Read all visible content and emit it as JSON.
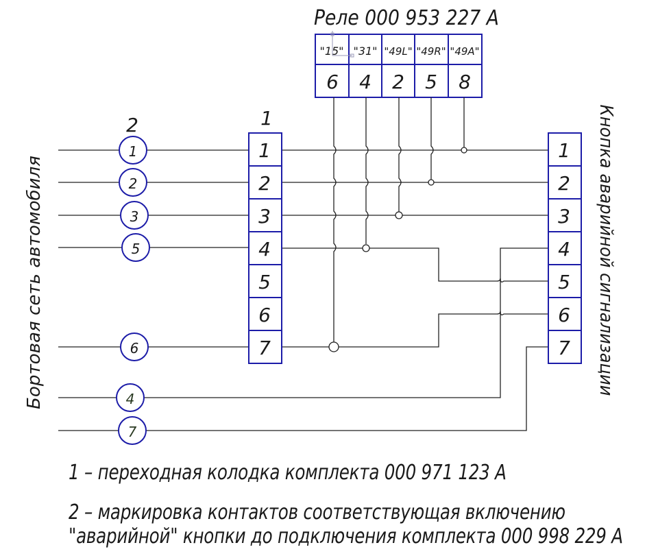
{
  "diagram": {
    "relay": {
      "title": "Реле 000 953 227 А",
      "terminal_names": [
        "\"15\"",
        "\"31\"",
        "\"49L\"",
        "\"49R\"",
        "\"49A\""
      ],
      "terminal_pins": [
        "6",
        "4",
        "2",
        "5",
        "8"
      ]
    },
    "adapter_block": {
      "callout": "1",
      "pins": [
        "1",
        "2",
        "3",
        "4",
        "5",
        "6",
        "7"
      ]
    },
    "contact_marking": {
      "callout": "2",
      "marks": [
        "1",
        "2",
        "3",
        "5",
        "6",
        "4",
        "7"
      ]
    },
    "hazard_button": {
      "label": "Кнопка аварийной сигнализации",
      "pins": [
        "1",
        "2",
        "3",
        "4",
        "5",
        "6",
        "7"
      ]
    },
    "vehicle_network_label": "Бортовая сеть автомобиля",
    "legend": [
      "1 – переходная колодка комплекта 000 971 123 А",
      "2 – маркировка контактов соответствующая включению",
      "\"аварийной\" кнопки до подключения комплекта 000 998 229 А"
    ],
    "colors": {
      "connector_outline": "#1c1ca8",
      "wire": "#222222",
      "text": "#1a1a1a"
    }
  }
}
